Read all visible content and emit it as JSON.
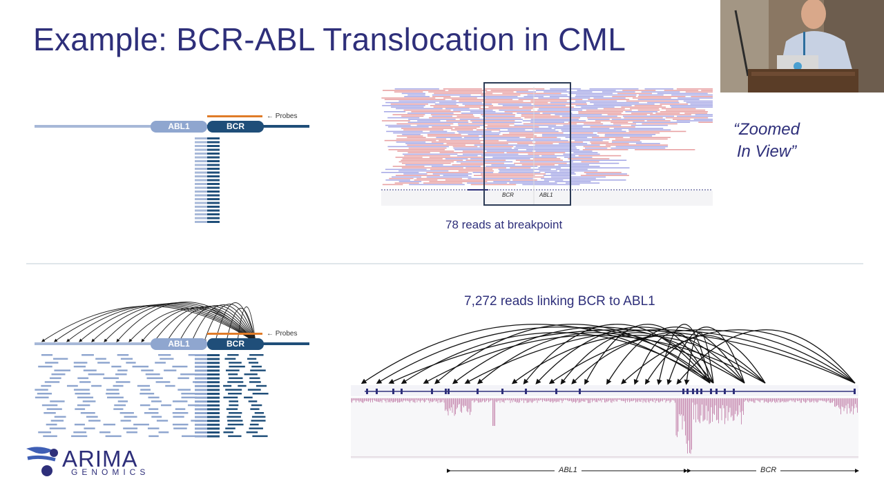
{
  "slide": {
    "title": "Example: BCR-ABL Translocation in CML",
    "zoom_note_line1": "“Zoomed",
    "zoom_note_line2": "In View”",
    "top_caption": "78 reads at breakpoint",
    "bottom_caption": "7,272 reads linking BCR to ABL1"
  },
  "top_schematic": {
    "gene_left": "ABL1",
    "gene_right": "BCR",
    "probes_label": "← Probes"
  },
  "bottom_schematic": {
    "gene_left": "ABL1",
    "gene_right": "BCR",
    "probes_label": "← Probes"
  },
  "igv_panel": {
    "label_bcr": "BCR",
    "label_abl1": "ABL1"
  },
  "hic_panel": {
    "region_abl1": "ABL1",
    "region_bcr": "BCR"
  },
  "logo": {
    "name": "ARIMA",
    "sub": "GENOMICS"
  },
  "colors": {
    "title": "#2e2f7a",
    "bcr": "#1f4e79",
    "abl1": "#8fa6cf",
    "probe": "#e07b28",
    "read_red": "#e8a1a3",
    "read_blue": "#a7a9e6"
  },
  "icons": [
    "arima-logo-icon",
    "presenter-video-feed"
  ]
}
